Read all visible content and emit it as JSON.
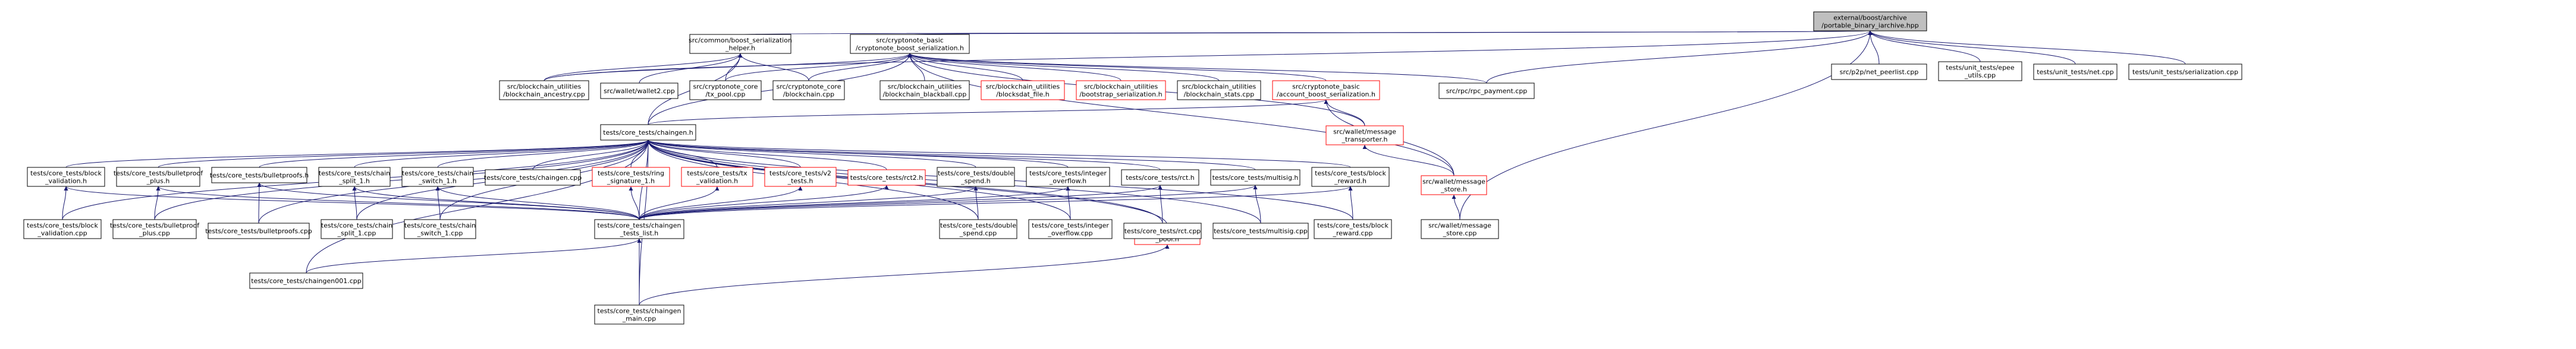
{
  "diagram": {
    "type": "include-dependency-graph",
    "colors": {
      "background": "#ffffff",
      "edge": "#191970",
      "node_border_normal": "#000000",
      "node_border_missing": "#ff0000",
      "node_fill_normal": "#ffffff",
      "node_fill_root": "#bfbfbf",
      "text": "#000000"
    },
    "nodes": [
      {
        "id": "root",
        "lines": [
          "external/boost/archive",
          "/portable_binary_iarchive.hpp"
        ],
        "fill": "#bfbfbf",
        "border": "#000000"
      },
      {
        "id": "boost_ser_helper",
        "lines": [
          "src/common/boost_serialization",
          "_helper.h"
        ],
        "fill": "#ffffff",
        "border": "#000000"
      },
      {
        "id": "cn_boost_ser",
        "lines": [
          "src/cryptonote_basic",
          "/cryptonote_boost_serialization.h"
        ],
        "fill": "#ffffff",
        "border": "#000000"
      },
      {
        "id": "net_peerlist",
        "lines": [
          "src/p2p/net_peerlist.cpp"
        ],
        "fill": "#ffffff",
        "border": "#000000"
      },
      {
        "id": "ut_epee",
        "lines": [
          "tests/unit_tests/epee",
          "_utils.cpp"
        ],
        "fill": "#ffffff",
        "border": "#000000"
      },
      {
        "id": "ut_net",
        "lines": [
          "tests/unit_tests/net.cpp"
        ],
        "fill": "#ffffff",
        "border": "#000000"
      },
      {
        "id": "ut_ser",
        "lines": [
          "tests/unit_tests/serialization.cpp"
        ],
        "fill": "#ffffff",
        "border": "#000000"
      },
      {
        "id": "bc_ancestry",
        "lines": [
          "src/blockchain_utilities",
          "/blockchain_ancestry.cpp"
        ],
        "fill": "#ffffff",
        "border": "#000000"
      },
      {
        "id": "wallet2",
        "lines": [
          "src/wallet/wallet2.cpp"
        ],
        "fill": "#ffffff",
        "border": "#000000"
      },
      {
        "id": "tx_pool",
        "lines": [
          "src/cryptonote_core",
          "/tx_pool.cpp"
        ],
        "fill": "#ffffff",
        "border": "#000000"
      },
      {
        "id": "blockchain_cpp",
        "lines": [
          "src/cryptonote_core",
          "/blockchain.cpp"
        ],
        "fill": "#ffffff",
        "border": "#000000"
      },
      {
        "id": "bc_blackball",
        "lines": [
          "src/blockchain_utilities",
          "/blockchain_blackball.cpp"
        ],
        "fill": "#ffffff",
        "border": "#000000"
      },
      {
        "id": "blocksdat",
        "lines": [
          "src/blockchain_utilities",
          "/blocksdat_file.h"
        ],
        "fill": "#ffffff",
        "border": "#ff0000"
      },
      {
        "id": "bootstrap_ser",
        "lines": [
          "src/blockchain_utilities",
          "/bootstrap_serialization.h"
        ],
        "fill": "#ffffff",
        "border": "#ff0000"
      },
      {
        "id": "bc_stats",
        "lines": [
          "src/blockchain_utilities",
          "/blockchain_stats.cpp"
        ],
        "fill": "#ffffff",
        "border": "#000000"
      },
      {
        "id": "acct_boost_ser",
        "lines": [
          "src/cryptonote_basic",
          "/account_boost_serialization.h"
        ],
        "fill": "#ffffff",
        "border": "#ff0000"
      },
      {
        "id": "rpc_payment",
        "lines": [
          "src/rpc/rpc_payment.cpp"
        ],
        "fill": "#ffffff",
        "border": "#000000"
      },
      {
        "id": "chaingen_h",
        "lines": [
          "tests/core_tests/chaingen.h"
        ],
        "fill": "#ffffff",
        "border": "#000000"
      },
      {
        "id": "msg_transporter",
        "lines": [
          "src/wallet/message",
          "_transporter.h"
        ],
        "fill": "#ffffff",
        "border": "#ff0000"
      },
      {
        "id": "block_validation_h",
        "lines": [
          "tests/core_tests/block",
          "_validation.h"
        ],
        "fill": "#ffffff",
        "border": "#000000"
      },
      {
        "id": "bp_plus_h",
        "lines": [
          "tests/core_tests/bulletproof",
          "_plus.h"
        ],
        "fill": "#ffffff",
        "border": "#000000"
      },
      {
        "id": "bulletproofs_h",
        "lines": [
          "tests/core_tests/bulletproofs.h"
        ],
        "fill": "#ffffff",
        "border": "#000000"
      },
      {
        "id": "chain_split_h",
        "lines": [
          "tests/core_tests/chain",
          "_split_1.h"
        ],
        "fill": "#ffffff",
        "border": "#000000"
      },
      {
        "id": "chain_switch_h",
        "lines": [
          "tests/core_tests/chain",
          "_switch_1.h"
        ],
        "fill": "#ffffff",
        "border": "#000000"
      },
      {
        "id": "chaingen_cpp",
        "lines": [
          "tests/core_tests/chaingen.cpp"
        ],
        "fill": "#ffffff",
        "border": "#000000"
      },
      {
        "id": "ring_sig_h",
        "lines": [
          "tests/core_tests/ring",
          "_signature_1.h"
        ],
        "fill": "#ffffff",
        "border": "#ff0000"
      },
      {
        "id": "tx_validation_h",
        "lines": [
          "tests/core_tests/tx",
          "_validation.h"
        ],
        "fill": "#ffffff",
        "border": "#ff0000"
      },
      {
        "id": "v2_tests_h",
        "lines": [
          "tests/core_tests/v2",
          "_tests.h"
        ],
        "fill": "#ffffff",
        "border": "#ff0000"
      },
      {
        "id": "rct2_h",
        "lines": [
          "tests/core_tests/rct2.h"
        ],
        "fill": "#ffffff",
        "border": "#ff0000"
      },
      {
        "id": "double_spend_h",
        "lines": [
          "tests/core_tests/double",
          "_spend.h"
        ],
        "fill": "#ffffff",
        "border": "#000000"
      },
      {
        "id": "int_overflow_h",
        "lines": [
          "tests/core_tests/integer",
          "_overflow.h"
        ],
        "fill": "#ffffff",
        "border": "#000000"
      },
      {
        "id": "rct_h",
        "lines": [
          "tests/core_tests/rct.h"
        ],
        "fill": "#ffffff",
        "border": "#000000"
      },
      {
        "id": "multisig_h",
        "lines": [
          "tests/core_tests/multisig.h"
        ],
        "fill": "#ffffff",
        "border": "#000000"
      },
      {
        "id": "block_reward_h",
        "lines": [
          "tests/core_tests/block",
          "_reward.h"
        ],
        "fill": "#ffffff",
        "border": "#000000"
      },
      {
        "id": "msg_store_h",
        "lines": [
          "src/wallet/message",
          "_store.h"
        ],
        "fill": "#ffffff",
        "border": "#ff0000"
      },
      {
        "id": "tx_pool_h",
        "lines": [
          "tests/core_tests/tx",
          "_pool.h"
        ],
        "fill": "#ffffff",
        "border": "#ff0000"
      },
      {
        "id": "block_validation_cpp",
        "lines": [
          "tests/core_tests/block",
          "_validation.cpp"
        ],
        "fill": "#ffffff",
        "border": "#000000"
      },
      {
        "id": "bp_plus_cpp",
        "lines": [
          "tests/core_tests/bulletproof",
          "_plus.cpp"
        ],
        "fill": "#ffffff",
        "border": "#000000"
      },
      {
        "id": "bulletproofs_cpp",
        "lines": [
          "tests/core_tests/bulletproofs.cpp"
        ],
        "fill": "#ffffff",
        "border": "#000000"
      },
      {
        "id": "chain_split_cpp",
        "lines": [
          "tests/core_tests/chain",
          "_split_1.cpp"
        ],
        "fill": "#ffffff",
        "border": "#000000"
      },
      {
        "id": "chain_switch_cpp",
        "lines": [
          "tests/core_tests/chain",
          "_switch_1.cpp"
        ],
        "fill": "#ffffff",
        "border": "#000000"
      },
      {
        "id": "chaingen_tests_list",
        "lines": [
          "tests/core_tests/chaingen",
          "_tests_list.h"
        ],
        "fill": "#ffffff",
        "border": "#000000"
      },
      {
        "id": "double_spend_cpp",
        "lines": [
          "tests/core_tests/double",
          "_spend.cpp"
        ],
        "fill": "#ffffff",
        "border": "#000000"
      },
      {
        "id": "int_overflow_cpp",
        "lines": [
          "tests/core_tests/integer",
          "_overflow.cpp"
        ],
        "fill": "#ffffff",
        "border": "#000000"
      },
      {
        "id": "rct_cpp",
        "lines": [
          "tests/core_tests/rct.cpp"
        ],
        "fill": "#ffffff",
        "border": "#000000"
      },
      {
        "id": "multisig_cpp",
        "lines": [
          "tests/core_tests/multisig.cpp"
        ],
        "fill": "#ffffff",
        "border": "#000000"
      },
      {
        "id": "block_reward_cpp",
        "lines": [
          "tests/core_tests/block",
          "_reward.cpp"
        ],
        "fill": "#ffffff",
        "border": "#000000"
      },
      {
        "id": "msg_store_cpp",
        "lines": [
          "src/wallet/message",
          "_store.cpp"
        ],
        "fill": "#ffffff",
        "border": "#000000"
      },
      {
        "id": "chaingen001",
        "lines": [
          "tests/core_tests/chaingen001.cpp"
        ],
        "fill": "#ffffff",
        "border": "#000000"
      },
      {
        "id": "chaingen_main",
        "lines": [
          "tests/core_tests/chaingen",
          "_main.cpp"
        ],
        "fill": "#ffffff",
        "border": "#000000"
      }
    ],
    "edges": [
      [
        "root",
        "boost_ser_helper"
      ],
      [
        "root",
        "cn_boost_ser"
      ],
      [
        "root",
        "net_peerlist"
      ],
      [
        "root",
        "ut_epee"
      ],
      [
        "root",
        "ut_net"
      ],
      [
        "root",
        "ut_ser"
      ],
      [
        "root",
        "rpc_payment"
      ],
      [
        "root",
        "msg_store_cpp"
      ],
      [
        "root",
        "bc_ancestry"
      ],
      [
        "boost_ser_helper",
        "bc_ancestry"
      ],
      [
        "boost_ser_helper",
        "wallet2"
      ],
      [
        "boost_ser_helper",
        "tx_pool"
      ],
      [
        "boost_ser_helper",
        "blockchain_cpp"
      ],
      [
        "boost_ser_helper",
        "chaingen_h"
      ],
      [
        "cn_boost_ser",
        "bc_ancestry"
      ],
      [
        "cn_boost_ser",
        "tx_pool"
      ],
      [
        "cn_boost_ser",
        "blockchain_cpp"
      ],
      [
        "cn_boost_ser",
        "bc_blackball"
      ],
      [
        "cn_boost_ser",
        "blocksdat"
      ],
      [
        "cn_boost_ser",
        "bootstrap_ser"
      ],
      [
        "cn_boost_ser",
        "bc_stats"
      ],
      [
        "cn_boost_ser",
        "acct_boost_ser"
      ],
      [
        "cn_boost_ser",
        "rpc_payment"
      ],
      [
        "cn_boost_ser",
        "chaingen_h"
      ],
      [
        "cn_boost_ser",
        "msg_transporter"
      ],
      [
        "cn_boost_ser",
        "msg_store_h"
      ],
      [
        "acct_boost_ser",
        "chaingen_h"
      ],
      [
        "acct_boost_ser",
        "msg_transporter"
      ],
      [
        "acct_boost_ser",
        "msg_store_h"
      ],
      [
        "msg_transporter",
        "msg_store_h"
      ],
      [
        "chaingen_h",
        "block_validation_h"
      ],
      [
        "chaingen_h",
        "bp_plus_h"
      ],
      [
        "chaingen_h",
        "bulletproofs_h"
      ],
      [
        "chaingen_h",
        "chain_split_h"
      ],
      [
        "chaingen_h",
        "chain_switch_h"
      ],
      [
        "chaingen_h",
        "chaingen_cpp"
      ],
      [
        "chaingen_h",
        "ring_sig_h"
      ],
      [
        "chaingen_h",
        "tx_validation_h"
      ],
      [
        "chaingen_h",
        "v2_tests_h"
      ],
      [
        "chaingen_h",
        "rct2_h"
      ],
      [
        "chaingen_h",
        "double_spend_h"
      ],
      [
        "chaingen_h",
        "int_overflow_h"
      ],
      [
        "chaingen_h",
        "rct_h"
      ],
      [
        "chaingen_h",
        "multisig_h"
      ],
      [
        "chaingen_h",
        "block_reward_h"
      ],
      [
        "chaingen_h",
        "tx_pool_h"
      ],
      [
        "chaingen_h",
        "chaingen_tests_list"
      ],
      [
        "chaingen_h",
        "block_validation_cpp"
      ],
      [
        "chaingen_h",
        "bp_plus_cpp"
      ],
      [
        "chaingen_h",
        "bulletproofs_cpp"
      ],
      [
        "chaingen_h",
        "chain_split_cpp"
      ],
      [
        "chaingen_h",
        "chain_switch_cpp"
      ],
      [
        "chaingen_h",
        "double_spend_cpp"
      ],
      [
        "chaingen_h",
        "int_overflow_cpp"
      ],
      [
        "chaingen_h",
        "rct_cpp"
      ],
      [
        "chaingen_h",
        "multisig_cpp"
      ],
      [
        "chaingen_h",
        "block_reward_cpp"
      ],
      [
        "chaingen_h",
        "chaingen001"
      ],
      [
        "chaingen_h",
        "chaingen_main"
      ],
      [
        "block_validation_h",
        "block_validation_cpp"
      ],
      [
        "block_validation_h",
        "chaingen_tests_list"
      ],
      [
        "bp_plus_h",
        "bp_plus_cpp"
      ],
      [
        "bp_plus_h",
        "chaingen_tests_list"
      ],
      [
        "bulletproofs_h",
        "bulletproofs_cpp"
      ],
      [
        "bulletproofs_h",
        "chaingen_tests_list"
      ],
      [
        "chain_split_h",
        "chain_split_cpp"
      ],
      [
        "chain_split_h",
        "chaingen_tests_list"
      ],
      [
        "chain_switch_h",
        "chain_switch_cpp"
      ],
      [
        "chain_switch_h",
        "chaingen_tests_list"
      ],
      [
        "ring_sig_h",
        "chaingen_tests_list"
      ],
      [
        "tx_validation_h",
        "chaingen_tests_list"
      ],
      [
        "v2_tests_h",
        "chaingen_tests_list"
      ],
      [
        "rct2_h",
        "chaingen_tests_list"
      ],
      [
        "double_spend_h",
        "double_spend_cpp"
      ],
      [
        "double_spend_h",
        "chaingen_tests_list"
      ],
      [
        "int_overflow_h",
        "int_overflow_cpp"
      ],
      [
        "int_overflow_h",
        "chaingen_tests_list"
      ],
      [
        "rct_h",
        "rct_cpp"
      ],
      [
        "rct_h",
        "chaingen_tests_list"
      ],
      [
        "multisig_h",
        "multisig_cpp"
      ],
      [
        "multisig_h",
        "chaingen_tests_list"
      ],
      [
        "block_reward_h",
        "block_reward_cpp"
      ],
      [
        "block_reward_h",
        "chaingen_tests_list"
      ],
      [
        "msg_store_h",
        "msg_store_cpp"
      ],
      [
        "tx_pool_h",
        "chaingen_main"
      ],
      [
        "chaingen_tests_list",
        "chaingen001"
      ],
      [
        "chaingen_tests_list",
        "chaingen_main"
      ]
    ]
  }
}
